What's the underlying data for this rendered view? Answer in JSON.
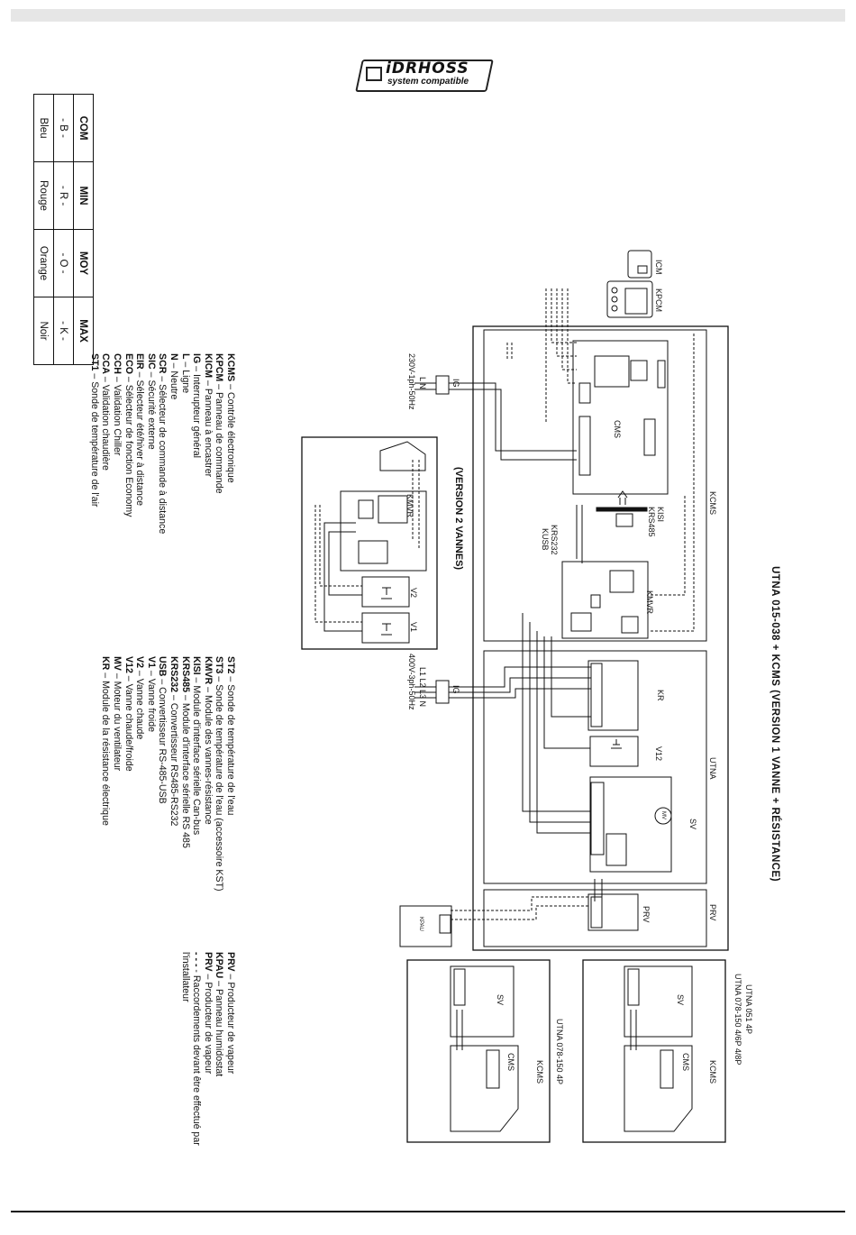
{
  "logo": {
    "brand": "iDRHOSS",
    "sub": "system compatible"
  },
  "color_table": {
    "headers": [
      "COM",
      "MIN",
      "MOY",
      "MAX"
    ],
    "codes": [
      "- B -",
      "- R -",
      "- O -",
      "- K -"
    ],
    "colors": [
      "Bleu",
      "Rouge",
      "Orange",
      "Noir"
    ]
  },
  "legend_1": [
    {
      "abbr": "KCMS",
      "desc": " – Contrôle électronique"
    },
    {
      "abbr": "KPCM",
      "desc": " – Panneau de commande"
    },
    {
      "abbr": "KICM",
      "desc": " – Panneau à encastrer"
    },
    {
      "abbr": "IG",
      "desc": " – Interrupteur général"
    },
    {
      "abbr": "L",
      "desc": " – Ligne"
    },
    {
      "abbr": "N",
      "desc": " – Neutre"
    },
    {
      "abbr": "SCR",
      "desc": " – Sélecteur de commande à distance"
    },
    {
      "abbr": "SIC",
      "desc": " – Sécurité externe"
    },
    {
      "abbr": "EIR",
      "desc": " – Sélecteur été/hiver à distance"
    },
    {
      "abbr": "ECO",
      "desc": " – Sélecteur de fonction Economy"
    },
    {
      "abbr": "CCH",
      "desc": " – Validation Chiller"
    },
    {
      "abbr": "CCA",
      "desc": " – Validation chaudière"
    },
    {
      "abbr": "ST1",
      "desc": " – Sonde de température de l'air"
    }
  ],
  "legend_2": [
    {
      "abbr": "ST2",
      "desc": " – Sonde de température de l'eau"
    },
    {
      "abbr": "ST3",
      "desc": " – Sonde de température de l'eau (accessoire KST)"
    },
    {
      "abbr": "KMVR",
      "desc": " – Module des vannes-résistance"
    },
    {
      "abbr": "KISI",
      "desc": " – Module d'interface sérielle Can-bus"
    },
    {
      "abbr": "KRS485",
      "desc": " – Module d'interface sérielle RS 485"
    },
    {
      "abbr": "KRS232",
      "desc": " – Convertisseur RS485-RS232"
    },
    {
      "abbr": "USB",
      "desc": " – Convertisseur RS-485-USB"
    },
    {
      "abbr": "V1",
      "desc": " – Vanne froide"
    },
    {
      "abbr": "V2",
      "desc": " – Vanne chaude"
    },
    {
      "abbr": "V12",
      "desc": " – Vanne chaude/froide"
    },
    {
      "abbr": "MV",
      "desc": " – Moteur du ventilateur"
    },
    {
      "abbr": "KR",
      "desc": " – Module de la résistance électrique"
    }
  ],
  "legend_3": [
    {
      "abbr": "PRV",
      "desc": " – Producteur de vapeur"
    },
    {
      "abbr": "KPAU",
      "desc": " – Panneau humidostat"
    },
    {
      "abbr": "PRV",
      "desc": " – Producteur de vapeur"
    },
    {
      "abbr": "- - -",
      "desc": " - Raccordements devant être effectué par"
    },
    {
      "abbr": "",
      "desc": "l'installateur"
    }
  ],
  "diagram": {
    "title": "UTNA 015-038 + KCMS (VERSION 1 VANNE + RÉSISTANCE)",
    "version2": "(VERSION 2 VANNES)",
    "supply_1ph": "230V-1ph-50Hz",
    "supply_3ph": "400V-3ph-50Hz",
    "labels": {
      "icm": "ICM",
      "kpcm": "KPCM",
      "kcms": "KCMS",
      "cms": "CMS",
      "kisi": "KISI",
      "krs485": "KRS485",
      "krs232": "KRS232",
      "kusb": "KUSB",
      "kmvr": "KMVR",
      "kr": "KR",
      "v12": "V12",
      "sv": "SV",
      "utna": "UTNA",
      "prv": "PRV",
      "prv_box": "PRV",
      "kpau": "KPAU",
      "mv": "MV",
      "v1": "V1",
      "v2": "V2",
      "kmvr2": "KMVR",
      "ig": "IG",
      "ig2": "IG",
      "line_1ph": "L  N",
      "line_3ph": "L1 L2 L3 N",
      "sub_a": "UTNA 051 4P",
      "sub_a2": "UTNA 078-150 4/6P 4/8P",
      "sub_b": "UTNA 078-150 4P",
      "sv_a": "SV",
      "sv_b": "SV",
      "cms_a": "CMS",
      "cms_b": "CMS",
      "kcms_a": "KCMS",
      "kcms_b": "KCMS"
    }
  }
}
